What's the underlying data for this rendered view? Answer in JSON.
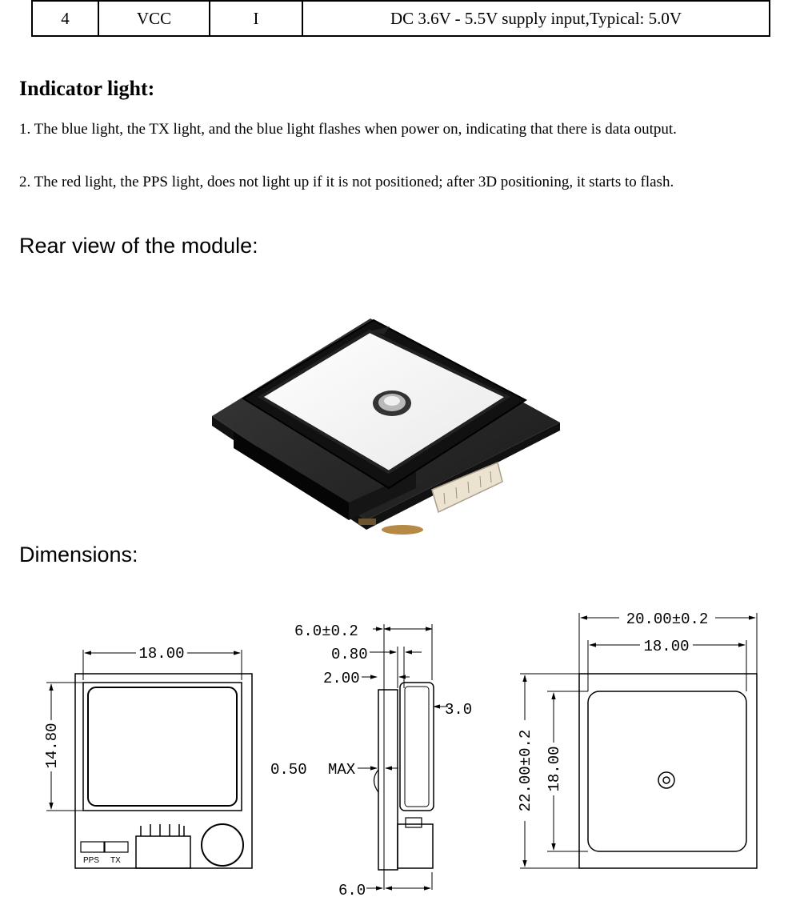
{
  "pin_table": {
    "row": {
      "number": "4",
      "name": "VCC",
      "direction": "I",
      "description": "DC 3.6V - 5.5V supply input,Typical: 5.0V"
    }
  },
  "indicator": {
    "heading": "Indicator light:",
    "items": [
      "1. The blue light, the TX light, and the blue light flashes when power on, indicating that there is data output.",
      "2. The red light, the PPS light, does not light up if it is not positioned; after 3D positioning, it starts to flash."
    ]
  },
  "rear_view": {
    "heading": "Rear view of the module:"
  },
  "dimensions": {
    "heading": "Dimensions:",
    "front": {
      "width": "18.00",
      "height": "14.80",
      "labels": {
        "pps": "PPS",
        "tx": "TX"
      }
    },
    "side": {
      "total": "6.0±0.2",
      "d1": "0.80",
      "d2": "2.00",
      "d3": "3.0",
      "min": "0.50",
      "max": "MAX",
      "bottom": "6.0"
    },
    "top": {
      "outer_width": "20.00±0.2",
      "inner_width": "18.00",
      "outer_height": "22.00±0.2",
      "inner_height": "18.00"
    }
  }
}
